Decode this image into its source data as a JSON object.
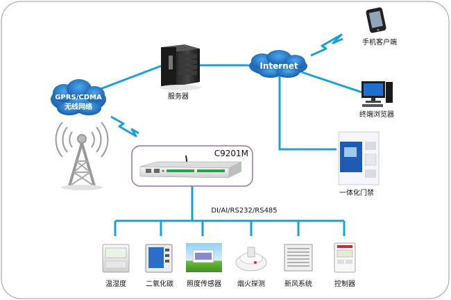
{
  "network": {
    "gprs_line1": "GPRS/CDMA",
    "gprs_line2": "无线网络",
    "internet": "Internet"
  },
  "server": {
    "label": "服务器"
  },
  "controller": {
    "model": "C9201M"
  },
  "bus": {
    "label": "DI/AI/RS232/RS485"
  },
  "clients": {
    "mobile": "手机客户端",
    "terminal": "终端浏览器",
    "access": "一体化门禁"
  },
  "sensors": [
    {
      "label": "温湿度"
    },
    {
      "label": "二氧化碳"
    },
    {
      "label": "照度传感器"
    },
    {
      "label": "烟火探测"
    },
    {
      "label": "新风系统"
    },
    {
      "label": "控制器"
    }
  ],
  "colors": {
    "link": "#1aa0d8",
    "cloud": "#1e6fc0",
    "frame": "#9a6fb0"
  }
}
